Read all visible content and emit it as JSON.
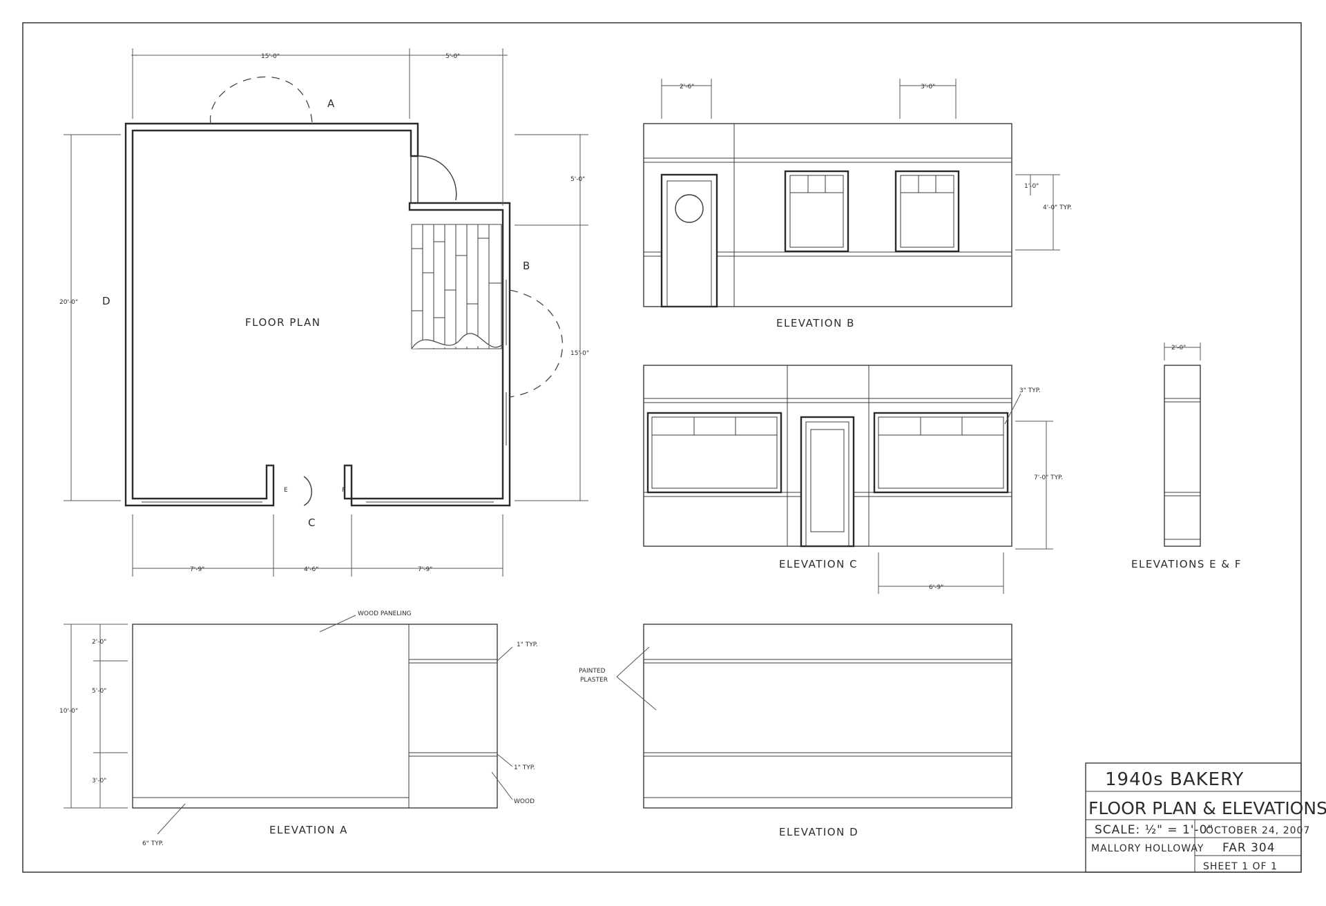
{
  "title_block": {
    "project": "1940s BAKERY",
    "sheet_title": "FLOOR PLAN & ELEVATIONS",
    "scale": "SCALE: ½\" = 1'-0\"",
    "date": "OCTOBER 24, 2007",
    "author": "MALLORY HOLLOWAY",
    "course": "FAR 304",
    "sheet": "SHEET 1 OF 1"
  },
  "floor_plan": {
    "label": "FLOOR PLAN",
    "markers": {
      "a": "A",
      "b": "B",
      "c": "C",
      "d": "D",
      "e": "E",
      "f": "F"
    },
    "dims": {
      "top_left": "15'-0\"",
      "top_right": "5'-0\"",
      "left": "20'-0\"",
      "right_upper": "5'-0\"",
      "right_lower": "15'-0\"",
      "bottom_left": "7'-9\"",
      "bottom_mid": "4'-6\"",
      "bottom_right": "7'-9\""
    }
  },
  "elevation_b": {
    "label": "ELEVATION B",
    "dims": {
      "door_width": "2'-6\"",
      "window_width": "3'-0\"",
      "transom": "1'-0\"",
      "window_height": "4'-0\" TYP."
    }
  },
  "elevation_c": {
    "label": "ELEVATION C",
    "dims": {
      "mullion": "3\" TYP.",
      "window_height": "7'-0\" TYP.",
      "window_width": "6'-9\""
    }
  },
  "elevation_ef": {
    "label": "ELEVATIONS E & F",
    "dims": {
      "width": "2'-0\""
    }
  },
  "elevation_a": {
    "label": "ELEVATION A",
    "notes": {
      "wood_paneling": "WOOD PANELING",
      "trim_top": "1\" TYP.",
      "trim_mid": "1\" TYP.",
      "wood": "WOOD",
      "base": "6\" TYP."
    },
    "dims": {
      "total": "10'-0\"",
      "top": "2'-0\"",
      "middle": "5'-0\"",
      "bottom": "3'-0\""
    }
  },
  "elevation_d": {
    "label": "ELEVATION D",
    "notes": {
      "plaster_line1": "PAINTED",
      "plaster_line2": "PLASTER"
    }
  }
}
